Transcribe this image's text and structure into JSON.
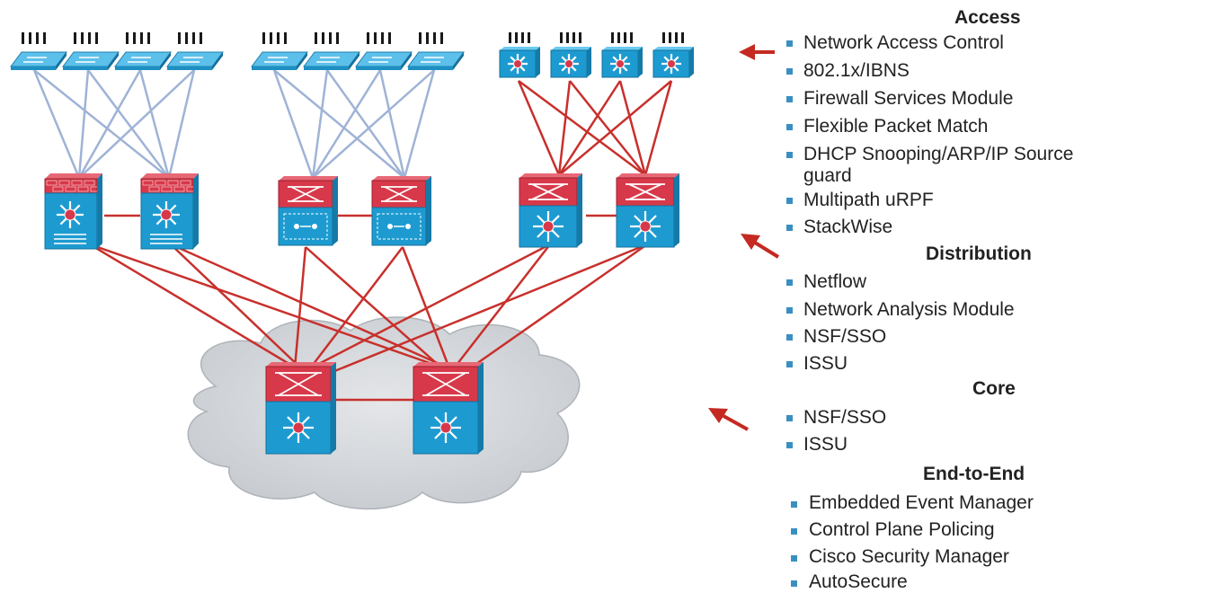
{
  "sections": [
    {
      "title": "Access",
      "items": [
        "Network Access Control",
        "802.1x/IBNS",
        "Firewall Services Module",
        "Flexible Packet Match",
        "DHCP Snooping/ARP/IP Source",
        "guard",
        "Multipath uRPF",
        "StackWise"
      ]
    },
    {
      "title": "Distribution",
      "items": [
        "Netflow",
        "Network Analysis Module",
        "NSF/SSO",
        "ISSU"
      ]
    },
    {
      "title": "Core",
      "items": [
        "NSF/SSO",
        "ISSU"
      ]
    },
    {
      "title": "End-to-End",
      "items": [
        "Embedded Event Manager",
        "Control Plane Policing",
        "Cisco Security Manager",
        "AutoSecure"
      ]
    }
  ],
  "colors": {
    "link_red": "#c8302c",
    "link_blue": "#9fb3d6",
    "device_blue": "#1d9bd1",
    "device_red": "#d7394a",
    "arrow": "#c42a22",
    "bullet": "#3a8fc2",
    "cloud": "#d6d9dd"
  },
  "icons": [
    "access-switch-icon",
    "layer3-switch-icon",
    "firewall-switch-icon",
    "network-analysis-switch-icon",
    "core-switch-icon",
    "pointer-arrow-icon",
    "cloud-icon"
  ]
}
